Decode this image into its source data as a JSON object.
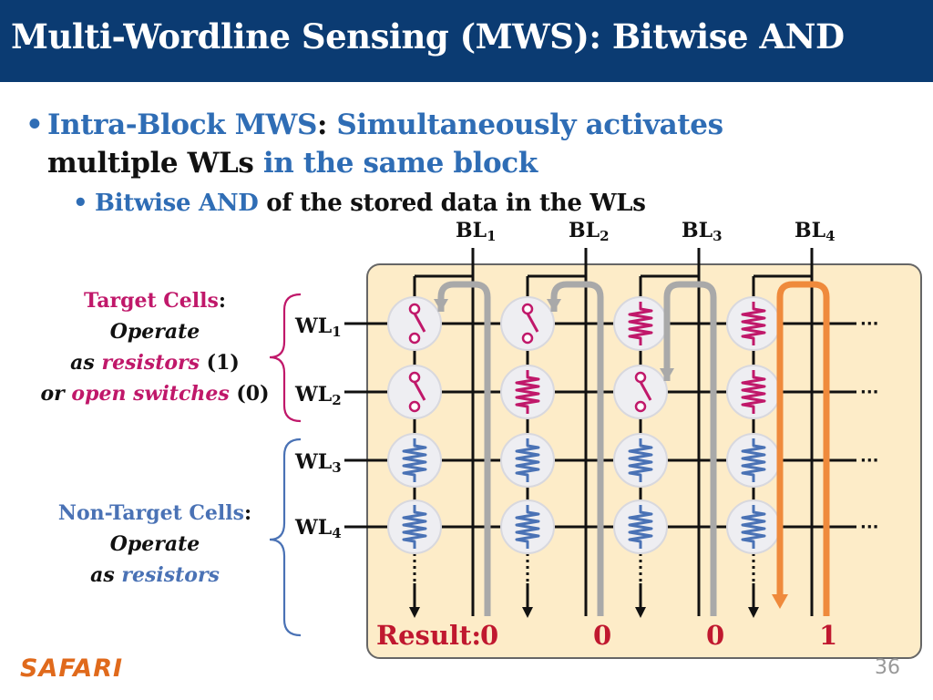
{
  "header": {
    "title": "Multi-Wordline Sensing (MWS): Bitwise AND"
  },
  "bullets": {
    "b1_part1": "Intra-Block MWS",
    "b1_colon": ": ",
    "b1_part2": "Simultaneously activates",
    "b1_part3": "multiple WLs",
    "b1_part4": " in the same block",
    "b2_part1": "Bitwise AND",
    "b2_part2": " of the stored data in the WLs"
  },
  "target": {
    "title": "Target Cells",
    "colon": ":",
    "line2": "Operate",
    "line3_a": "as ",
    "line3_b": "resistors",
    "line3_c": " (1)",
    "line4_a": "or ",
    "line4_b": "open switches",
    "line4_c": " (0)"
  },
  "nontarget": {
    "title": "Non-Target Cells",
    "colon": ":",
    "line2": "Operate",
    "line3_a": "as ",
    "line3_b": "resistors"
  },
  "wordlines": [
    {
      "main": "WL",
      "sub": "1"
    },
    {
      "main": "WL",
      "sub": "2"
    },
    {
      "main": "WL",
      "sub": "3"
    },
    {
      "main": "WL",
      "sub": "4"
    }
  ],
  "bitlines": [
    {
      "main": "BL",
      "sub": "1"
    },
    {
      "main": "BL",
      "sub": "2"
    },
    {
      "main": "BL",
      "sub": "3"
    },
    {
      "main": "BL",
      "sub": "4"
    }
  ],
  "result": {
    "label": "Result:",
    "values": [
      "0",
      "0",
      "0",
      "1"
    ]
  },
  "cells": [
    [
      "switch",
      "switch",
      "resistor",
      "resistor"
    ],
    [
      "switch",
      "resistor",
      "switch",
      "resistor"
    ],
    [
      "resistor",
      "resistor",
      "resistor",
      "resistor"
    ],
    [
      "resistor",
      "resistor",
      "resistor",
      "resistor"
    ]
  ],
  "ellipsis": "···",
  "footer": {
    "logo": "SAFARI",
    "page": "36"
  },
  "colors": {
    "header_bg": "#0b3b72",
    "accent_blue": "#2f6db5",
    "target_pink": "#c0186a",
    "nontarget_blue": "#4a72b5",
    "block_bg": "#fdecc8",
    "current_gray": "#a9a9a9",
    "current_orange": "#ef8a3c",
    "result_red": "#c0182f"
  }
}
